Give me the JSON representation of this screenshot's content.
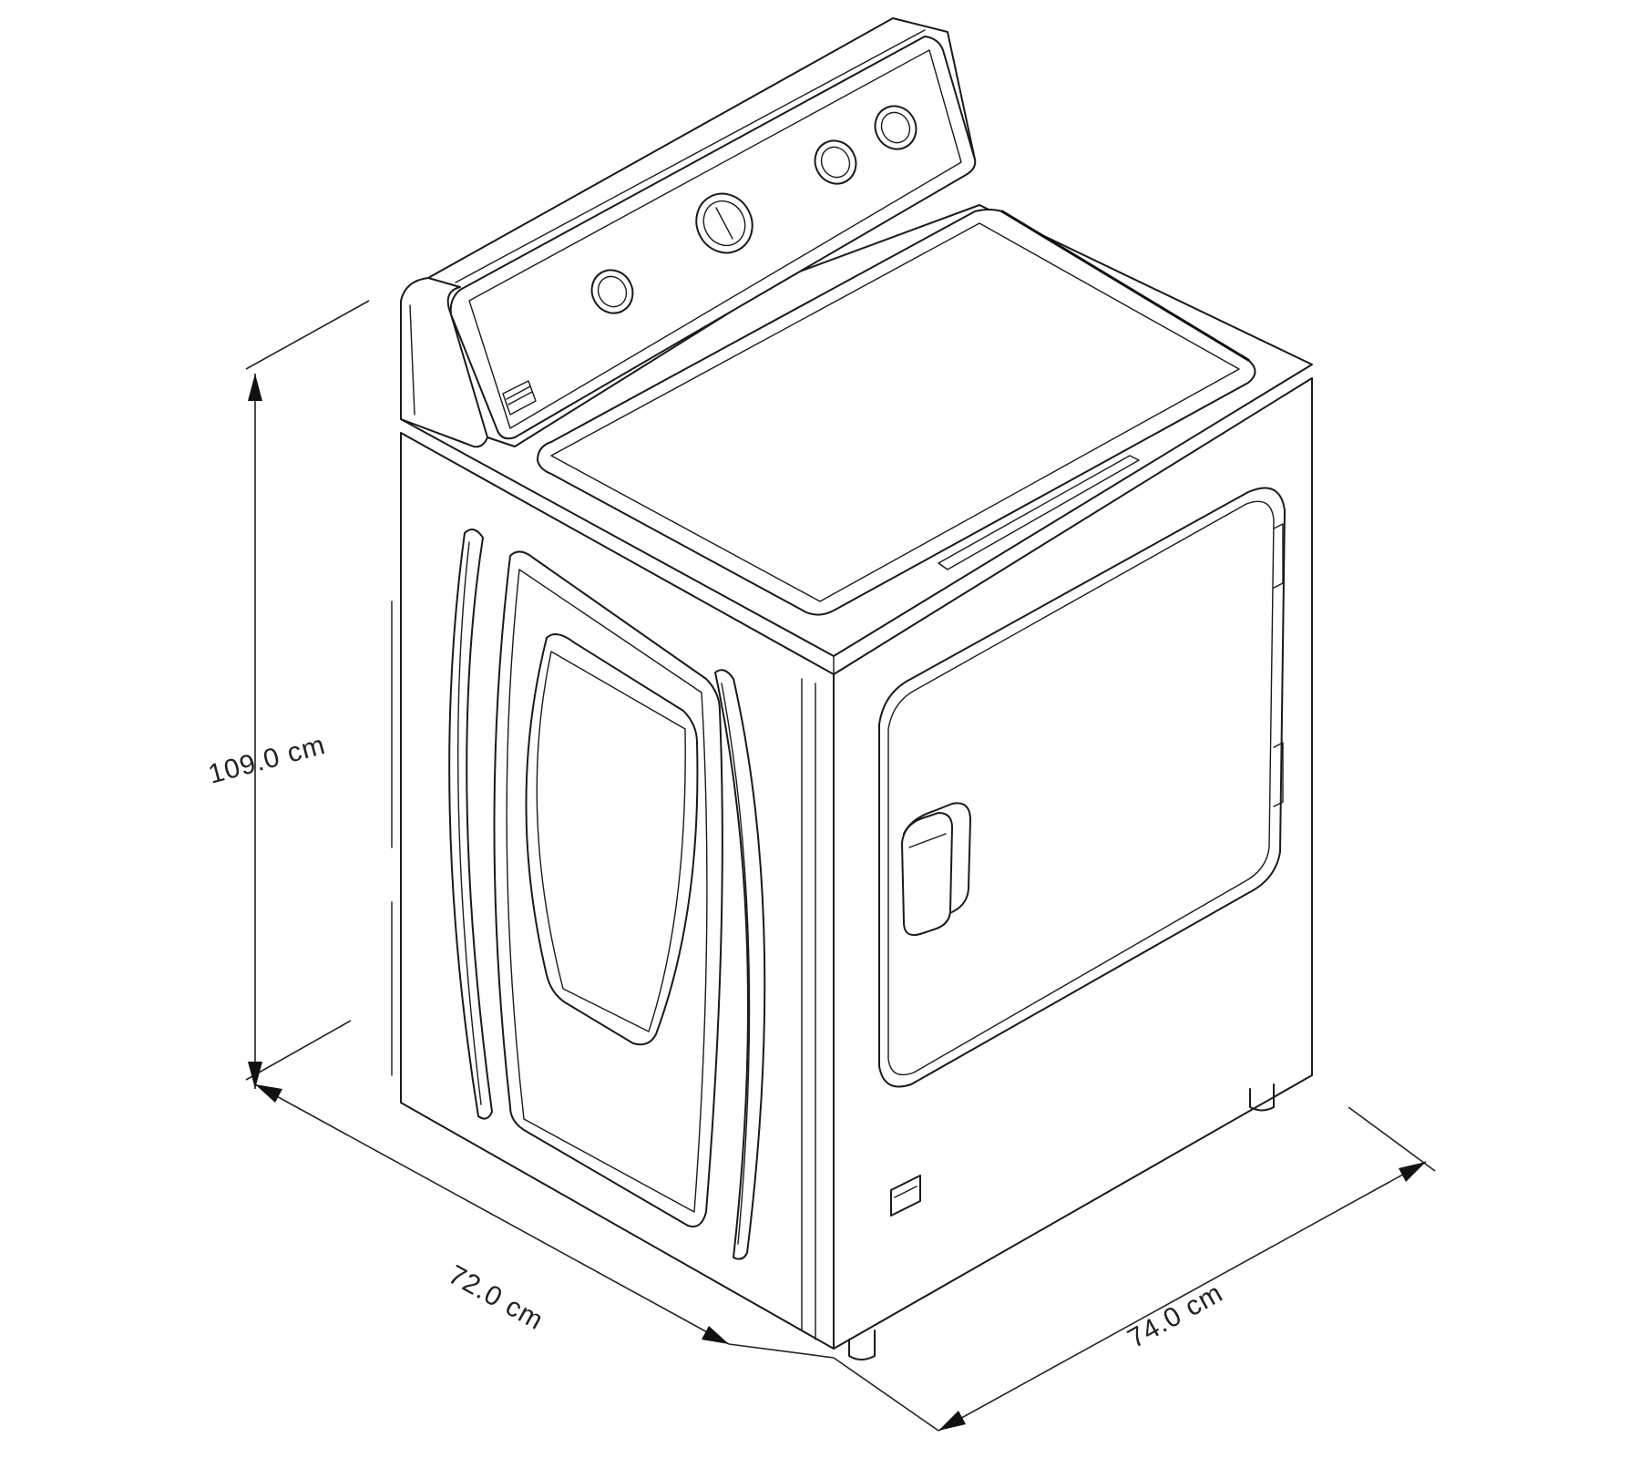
{
  "dimensions": {
    "height": "109.0 cm",
    "width": "72.0 cm",
    "depth": "74.0 cm"
  },
  "colors": {
    "line": "#1a1a1a",
    "background": "#ffffff"
  }
}
